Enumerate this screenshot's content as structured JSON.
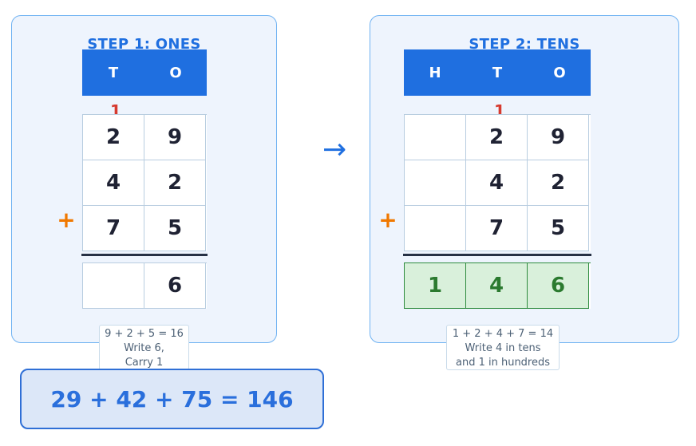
{
  "step1": {
    "title": "STEP 1: ONES",
    "headers": [
      "T",
      "O"
    ],
    "carry": "1",
    "rows": [
      [
        "2",
        "9"
      ],
      [
        "4",
        "2"
      ],
      [
        "7",
        "5"
      ]
    ],
    "plus": "+",
    "result": [
      "",
      "6"
    ],
    "note": [
      "9 + 2 + 5 = 16",
      "Write 6,",
      "Carry 1"
    ]
  },
  "step2": {
    "title": "STEP 2: TENS",
    "headers": [
      "H",
      "T",
      "O"
    ],
    "carry": "1",
    "rows": [
      [
        "",
        "2",
        "9"
      ],
      [
        "",
        "4",
        "2"
      ],
      [
        "",
        "7",
        "5"
      ]
    ],
    "plus": "+",
    "result": [
      "1",
      "4",
      "6"
    ],
    "note": [
      "1 + 2 + 4 + 7 = 14",
      "Write 4 in tens",
      "and 1 in hundreds"
    ]
  },
  "arrow": "→",
  "equation": "29 + 42 + 75 = 146",
  "colors": {
    "accent": "#1f6fe0",
    "carry": "#d63a2f",
    "plus": "#f07800",
    "result_green": "#2b7a2f"
  }
}
